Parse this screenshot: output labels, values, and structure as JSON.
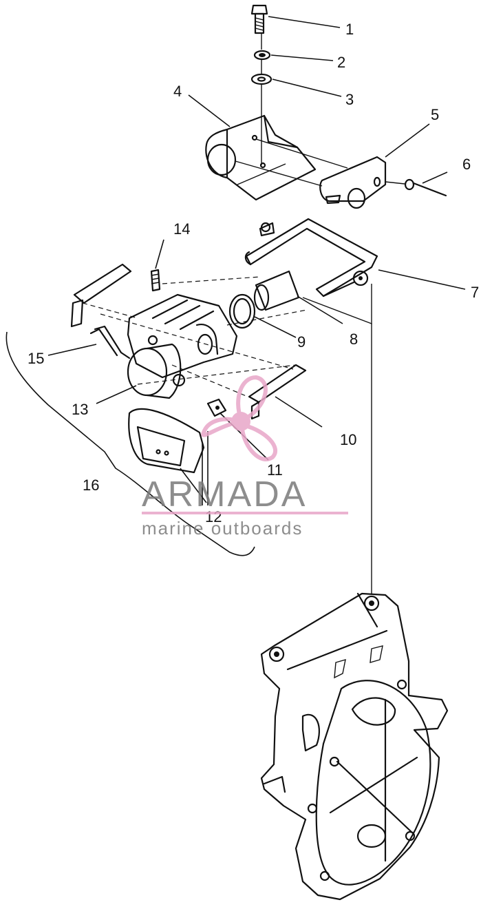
{
  "callouts": [
    {
      "id": "1",
      "label": "1"
    },
    {
      "id": "2",
      "label": "2"
    },
    {
      "id": "3",
      "label": "3"
    },
    {
      "id": "4",
      "label": "4"
    },
    {
      "id": "5",
      "label": "5"
    },
    {
      "id": "6",
      "label": "6"
    },
    {
      "id": "7",
      "label": "7"
    },
    {
      "id": "8",
      "label": "8"
    },
    {
      "id": "9",
      "label": "9"
    },
    {
      "id": "10",
      "label": "10"
    },
    {
      "id": "11",
      "label": "11"
    },
    {
      "id": "12",
      "label": "12"
    },
    {
      "id": "13",
      "label": "13"
    },
    {
      "id": "14",
      "label": "14"
    },
    {
      "id": "15",
      "label": "15"
    },
    {
      "id": "16",
      "label": "16"
    }
  ],
  "watermark": {
    "brand": "ARMADA",
    "tagline": "marine outboards",
    "logo_color": "#e8a6c8",
    "text_color": "#7a7a7a",
    "logo_icon": "propeller-icon"
  }
}
